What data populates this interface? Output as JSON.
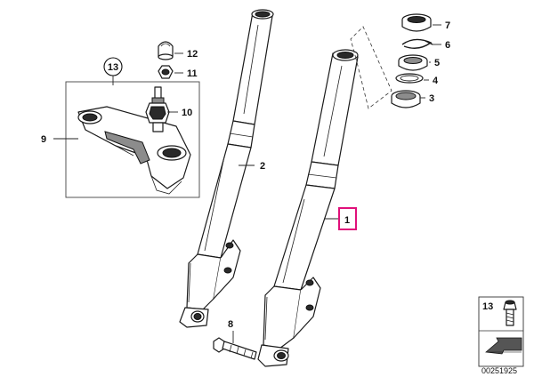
{
  "callouts": {
    "c1": "1",
    "c2": "2",
    "c3": "3",
    "c4": "4",
    "c5": "5",
    "c6": "6",
    "c7": "7",
    "c8": "8",
    "c9": "9",
    "c10": "10",
    "c11": "11",
    "c12": "12",
    "c13": "13"
  },
  "legend": {
    "number": "13",
    "code": "00251925"
  },
  "colors": {
    "highlight": "#e0107a",
    "line": "#1a1a1a",
    "dark_part": "#2a2a2a"
  }
}
